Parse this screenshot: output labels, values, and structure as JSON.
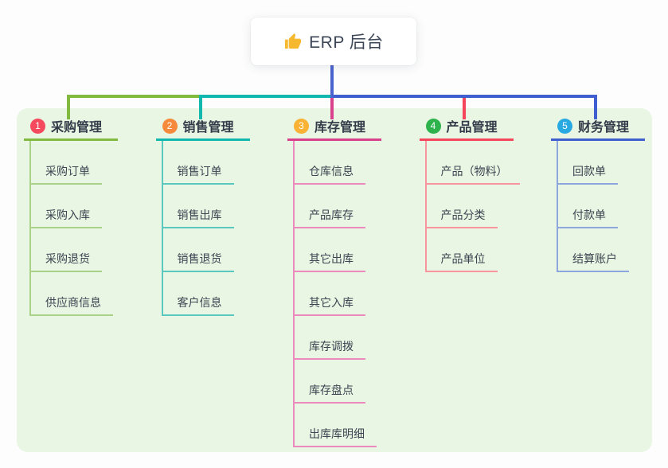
{
  "root": {
    "icon": "thumbs-up-icon",
    "icon_color": "#f5b82e",
    "label": "ERP 后台"
  },
  "branches": [
    {
      "num": "1",
      "label": "采购管理",
      "badge_color": "#f5495e",
      "line_color": "#82ba3f",
      "child_line_color": "#a9d187",
      "children": [
        "采购订单",
        "采购入库",
        "采购退货",
        "供应商信息"
      ]
    },
    {
      "num": "2",
      "label": "销售管理",
      "badge_color": "#f68a3c",
      "line_color": "#12b8ae",
      "child_line_color": "#5bc8c0",
      "children": [
        "销售订单",
        "销售出库",
        "销售退货",
        "客户信息"
      ]
    },
    {
      "num": "3",
      "label": "库存管理",
      "badge_color": "#f9b233",
      "line_color": "#d9418d",
      "child_line_color": "#ec8abd",
      "children": [
        "仓库信息",
        "产品库存",
        "其它出库",
        "其它入库",
        "库存调拨",
        "库存盘点",
        "出库库明细"
      ]
    },
    {
      "num": "4",
      "label": "产品管理",
      "badge_color": "#2eb34c",
      "line_color": "#f5455a",
      "child_line_color": "#f7949d",
      "children": [
        "产品（物料）",
        "产品分类",
        "产品单位"
      ]
    },
    {
      "num": "5",
      "label": "财务管理",
      "badge_color": "#29a9e1",
      "line_color": "#3f5fd1",
      "child_line_color": "#8ea6de",
      "children": [
        "回款单",
        "付款单",
        "结算账户"
      ]
    }
  ],
  "colors": {
    "trunk": "#4a63ce",
    "panel_bg": "#e8f6e3",
    "page_bg": "#fdfdfd"
  }
}
